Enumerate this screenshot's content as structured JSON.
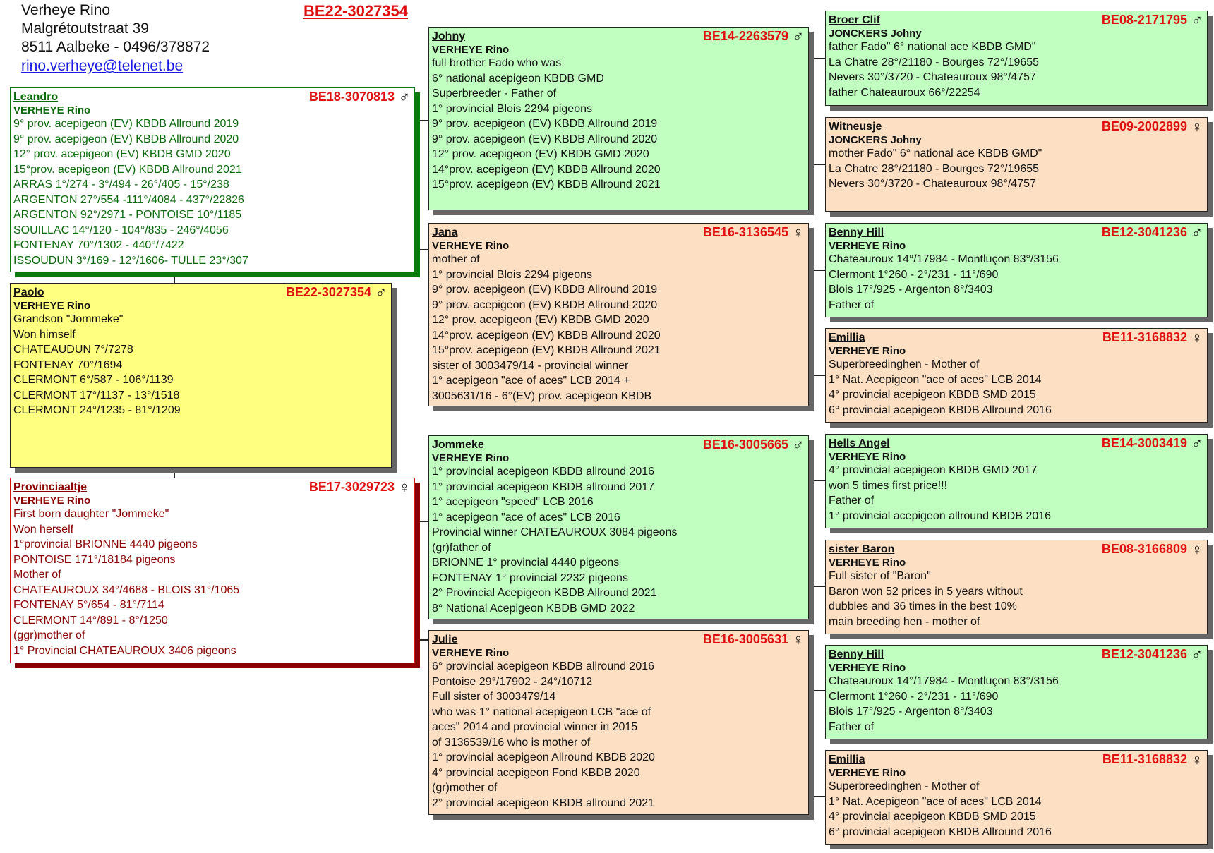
{
  "header": {
    "name": "Verheye Rino",
    "street": "Malgrétoutstraat 39",
    "city_phone": "8511 Aalbeke  -  0496/378872",
    "email": "rino.verheye@telenet.be",
    "ring": "BE22-3027354"
  },
  "colors": {
    "ring_red": "#e01010",
    "green_box": "#c0ffc0",
    "peach_box": "#fddfc3",
    "yellow_box": "#ffff80"
  },
  "pedigree": {
    "leandro": {
      "name": "Leandro",
      "ring": "BE18-3070813",
      "sex": "♂",
      "owner": "VERHEYE Rino",
      "lines": [
        "9° prov. acepigeon (EV) KBDB Allround 2019",
        "9° prov. acepigeon (EV) KBDB Allround 2020",
        "12° prov. acepigeon (EV) KBDB GMD 2020",
        "15°prov. acepigeon (EV) KBDB Allround 2021",
        "ARRAS 1°/274 - 3°/494 - 26°/405 - 15°/238",
        "ARGENTON  27°/554 -111°/4084 - 437°/22826",
        "ARGENTON 92°/2971 - PONTOISE 10°/1185",
        "SOUILLAC  14°/120 - 104°/835 - 246°/4056",
        "FONTENAY  70°/1302 - 440°/7422",
        "ISSOUDUN  3°/169 - 12°/1606- TULLE 23°/307"
      ]
    },
    "paolo": {
      "name": "Paolo",
      "ring": "BE22-3027354",
      "sex": "♂",
      "owner": "VERHEYE Rino",
      "lines": [
        "Grandson \"Jommeke\"",
        "Won himself",
        "CHATEAUDUN 7°/7278",
        "FONTENAY 70°/1694",
        "CLERMONT 6°/587 - 106°/1139",
        "CLERMONT 17°/1137 - 13°/1518",
        "CLERMONT 24°/1235 - 81°/1209"
      ]
    },
    "provinciaaltje": {
      "name": "Provinciaaltje",
      "ring": "BE17-3029723",
      "sex": "♀",
      "owner": "VERHEYE Rino",
      "lines": [
        "First born daughter \"Jommeke\"",
        "Won herself",
        "1°provincial BRIONNE 4440 pigeons",
        "PONTOISE 171°/18184 pigeons",
        "Mother of",
        "CHATEAUROUX 34°/4688 - BLOIS 31°/1065",
        "FONTENAY 5°/654 - 81°/7114",
        "CLERMONT 14°/891 - 8°/1250",
        "(ggr)mother of",
        "1° Provincial CHATEAUROUX 3406 pigeons"
      ]
    },
    "johny": {
      "name": "Johny",
      "ring": "BE14-2263579",
      "sex": "♂",
      "owner": "VERHEYE Rino",
      "lines": [
        "full brother Fado who was",
        "6° national acepigeon KBDB GMD",
        "Superbreeder - Father of",
        "1° provincial Blois 2294 pigeons",
        "9° prov. acepigeon (EV) KBDB Allround 2019",
        "9° prov. acepigeon (EV) KBDB Allround 2020",
        "12° prov. acepigeon (EV) KBDB GMD 2020",
        "14°prov. acepigeon (EV) KBDB Allround 2020",
        "15°prov. acepigeon (EV) KBDB Allround 2021"
      ]
    },
    "jana": {
      "name": "Jana",
      "ring": "BE16-3136545",
      "sex": "♀",
      "owner": "VERHEYE Rino",
      "lines": [
        "mother of",
        "1° provincial Blois 2294 pigeons",
        "9° prov. acepigeon (EV) KBDB Allround 2019",
        "9° prov. acepigeon (EV) KBDB Allround 2020",
        "12° prov. acepigeon (EV) KBDB GMD 2020",
        "14°prov. acepigeon (EV) KBDB Allround 2020",
        "15°prov. acepigeon (EV) KBDB Allround 2021",
        "sister of 3003479/14 - provincial winner",
        "1° acepigeon \"ace of aces\" LCB 2014 +",
        "3005631/16 - 6°(EV) prov. acepigeon KBDB"
      ]
    },
    "jommeke": {
      "name": "Jommeke",
      "ring": "BE16-3005665",
      "sex": "♂",
      "owner": "VERHEYE Rino",
      "lines": [
        "1° provincial acepigeon KBDB allround 2016",
        "1° provincial acepigeon KBDB allround 2017",
        "1° acepigeon \"speed\" LCB 2016",
        "1° acepigeon \"ace of aces\" LCB 2016",
        "Provincial winner CHATEAUROUX 3084 pigeons",
        "(gr)father of",
        "BRIONNE 1° provincial 4440 pigeons",
        "FONTENAY 1° provincial 2232 pigeons",
        "2° Provincial Acepigeon KBDB Allround 2021",
        "8° National Acepigeon KBDB GMD 2022"
      ]
    },
    "julie": {
      "name": "Julie",
      "ring": "BE16-3005631",
      "sex": "♀",
      "owner": "VERHEYE Rino",
      "lines": [
        "6° provincial acepigeon KBDB allround 2016",
        "Pontoise 29°/17902 - 24°/10712",
        "Full sister of 3003479/14",
        "who was 1° national acepigeon LCB \"ace of",
        "aces\" 2014 and provincial winner in 2015",
        "of 3136539/16 who is mother of",
        "1° provincial acepigeon Allround KBDB 2020",
        "4° provincial acepigeon Fond KBDB 2020",
        "(gr)mother of",
        "2° provincial acepigeon KBDB allround 2021"
      ]
    },
    "broer_clif": {
      "name": "Broer Clif",
      "ring": "BE08-2171795",
      "sex": "♂",
      "owner": "JONCKERS Johny",
      "lines": [
        "father Fado\" 6° national ace KBDB GMD\"",
        "La Chatre 28°/21180 - Bourges 72°/19655",
        "Nevers 30°/3720 - Chateauroux 98°/4757",
        "father Chateauroux 66°/22254"
      ]
    },
    "witneusje": {
      "name": "Witneusje",
      "ring": "BE09-2002899",
      "sex": "♀",
      "owner": "JONCKERS Johny",
      "lines": [
        "mother Fado\" 6° national ace KBDB GMD\"",
        "La Chatre 28°/21180 - Bourges 72°/19655",
        "Nevers 30°/3720 - Chateauroux 98°/4757"
      ]
    },
    "benny_hill_1": {
      "name": "Benny Hill",
      "ring": "BE12-3041236",
      "sex": "♂",
      "owner": "VERHEYE Rino",
      "lines": [
        "Chateauroux 14°/17984 - Montluçon 83°/3156",
        "Clermont  1°260 - 2°/231 - 11°/690",
        "Blois 17°/925 - Argenton 8°/3403",
        "Father of"
      ]
    },
    "emillia_1": {
      "name": "Emillia",
      "ring": "BE11-3168832",
      "sex": "♀",
      "owner": "VERHEYE Rino",
      "lines": [
        "Superbreedinghen - Mother of",
        "1° Nat. Acepigeon \"ace of aces\" LCB 2014",
        "4° provincial acepigeon KBDB SMD 2015",
        "6° provincial acepigeon KBDB Allround 2016"
      ]
    },
    "hells_angel": {
      "name": "Hells Angel",
      "ring": "BE14-3003419",
      "sex": "♂",
      "owner": "VERHEYE Rino",
      "lines": [
        "4° provincial acepigeon KBDB GMD 2017",
        "won 5 times first price!!!",
        "Father of",
        "1° provincial acepigeon allround KBDB 2016"
      ]
    },
    "sister_baron": {
      "name": "sister Baron",
      "ring": "BE08-3166809",
      "sex": "♀",
      "owner": "VERHEYE Rino",
      "lines": [
        "Full sister of \"Baron\"",
        "Baron won 52 prices in 5 years without",
        "dubbles and 36 times in the best 10%",
        "main breeding hen - mother of"
      ]
    },
    "benny_hill_2": {
      "name": "Benny Hill",
      "ring": "BE12-3041236",
      "sex": "♂",
      "owner": "VERHEYE Rino",
      "lines": [
        "Chateauroux 14°/17984 - Montluçon 83°/3156",
        "Clermont  1°260 - 2°/231 - 11°/690",
        "Blois 17°/925 - Argenton 8°/3403",
        "Father of"
      ]
    },
    "emillia_2": {
      "name": "Emillia",
      "ring": "BE11-3168832",
      "sex": "♀",
      "owner": "VERHEYE Rino",
      "lines": [
        "Superbreedinghen - Mother of",
        "1° Nat. Acepigeon \"ace of aces\" LCB 2014",
        "4° provincial acepigeon KBDB SMD 2015",
        "6° provincial acepigeon KBDB Allround 2016"
      ]
    }
  }
}
